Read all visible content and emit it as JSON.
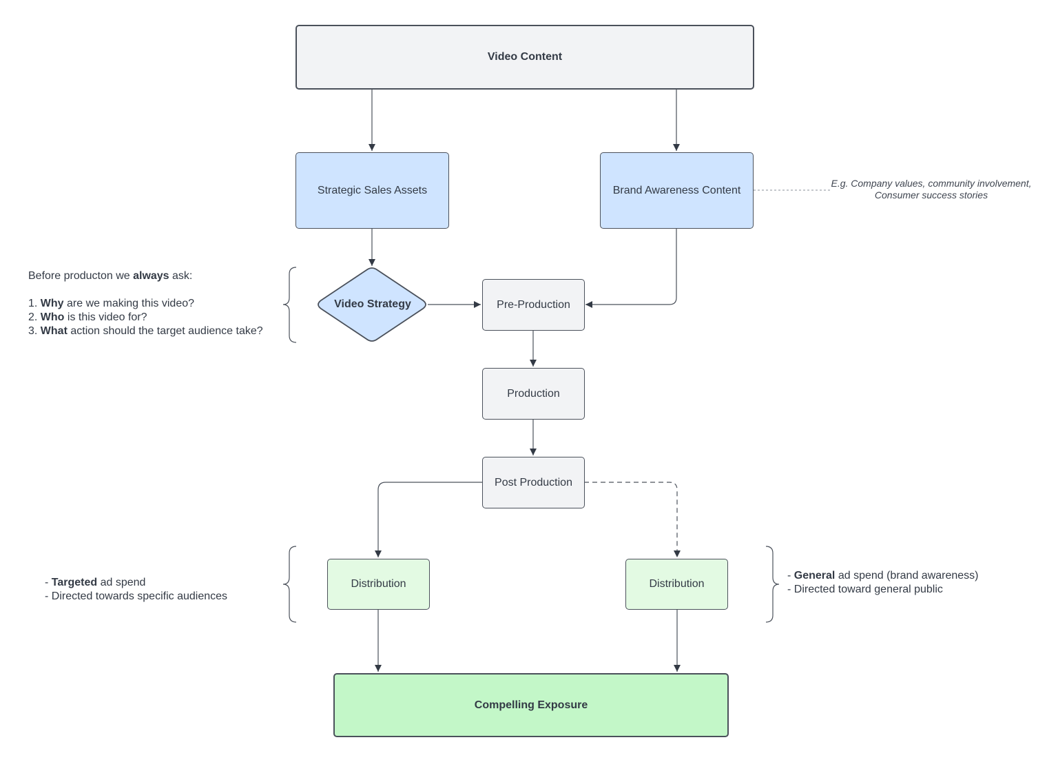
{
  "nodes": {
    "video_content": "Video Content",
    "strategic_sales_assets": "Strategic Sales Assets",
    "brand_awareness_content": "Brand Awareness Content",
    "video_strategy": "Video Strategy",
    "pre_production": "Pre-Production",
    "production": "Production",
    "post_production": "Post Production",
    "distribution_left": "Distribution",
    "distribution_right": "Distribution",
    "compelling_exposure": "Compelling Exposure"
  },
  "notes": {
    "brand_examples": "E.g. Company values, community involvement, Consumer success stories",
    "strategy": {
      "intro_before": "Before producton we ",
      "intro_bold": "always",
      "intro_after": " ask:",
      "q1_prefix": "1. ",
      "q1_bold": "Why",
      "q1_rest": " are we making this video?",
      "q2_prefix": "2. ",
      "q2_bold": "Who",
      "q2_rest": " is this video for?",
      "q3_prefix": "3. ",
      "q3_bold": "What",
      "q3_rest": " action should the target audience take?"
    },
    "left_distribution": {
      "l1_prefix": "- ",
      "l1_bold": "Targeted",
      "l1_rest": " ad spend",
      "l2": "- Directed towards specific audiences"
    },
    "right_distribution": {
      "l1_prefix": "- ",
      "l1_bold": "General",
      "l1_rest": " ad spend (brand awareness)",
      "l2": "- Directed toward general public"
    }
  },
  "colors": {
    "stroke": "#4a505a",
    "text": "#333a45",
    "grey_fill": "#f2f3f5",
    "blue_fill": "#cfe4ff",
    "light_green_fill": "#e3fae3",
    "green_fill": "#c3f7c8"
  }
}
